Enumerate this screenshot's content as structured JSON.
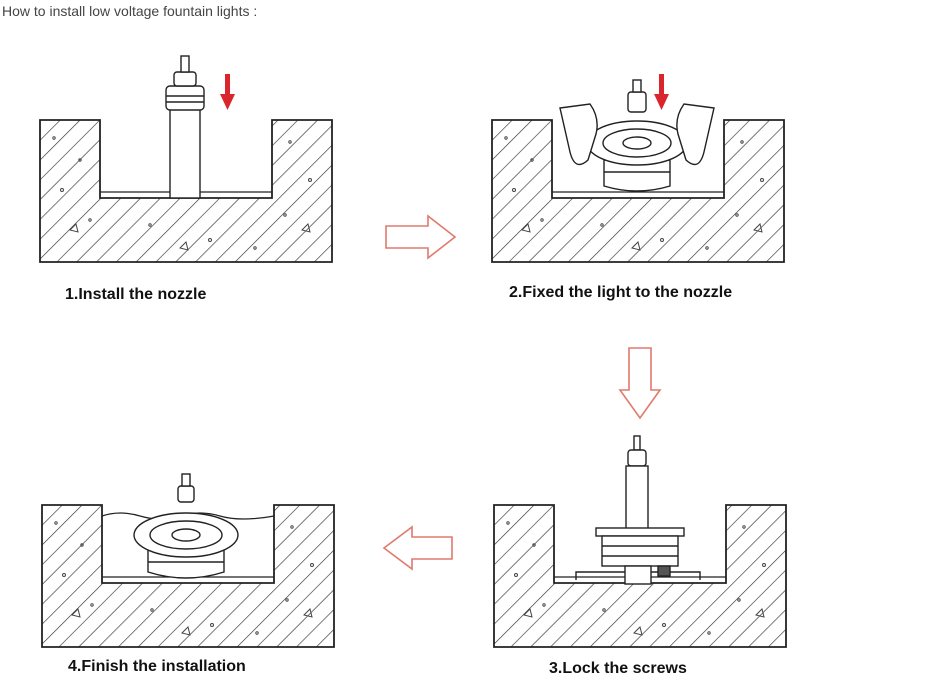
{
  "heading": "How to install low voltage fountain lights :",
  "steps": [
    {
      "caption": "1.Install the nozzle"
    },
    {
      "caption": "2.Fixed the light to the nozzle"
    },
    {
      "caption": "3.Lock the screws"
    },
    {
      "caption": "4.Finish the installation"
    }
  ],
  "colors": {
    "line": "#222222",
    "hatch": "#333333",
    "red_arrow": "#d9252b",
    "flow_arrow": "#e07a6e"
  },
  "icons": {
    "push_down": "red-down-arrow-icon",
    "flow": "outline-arrow-icon"
  }
}
